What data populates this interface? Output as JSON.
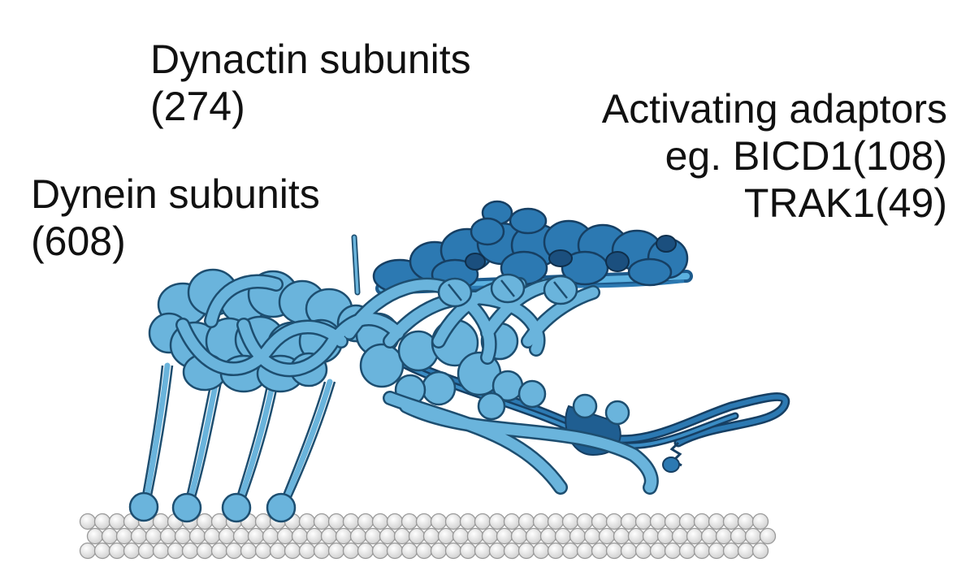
{
  "labels": {
    "dynactin": {
      "line1": "Dynactin subunits",
      "line2": "(274)"
    },
    "dynein": {
      "line1": "Dynein subunits",
      "line2": "(608)"
    },
    "adaptors": {
      "line1": "Activating adaptors",
      "line2": "eg. BICD1(108)",
      "line3": "TRAK1(49)"
    }
  },
  "colors": {
    "dynein_blue": "#6ab4dc",
    "dynein_outline": "#2b6f95",
    "dynactin_dark": "#1f5e91",
    "dynactin_mid": "#2c79b2",
    "adaptor_dark": "#1b4f7e",
    "microtubule": "#e8e8e8",
    "microtubule_outline": "#9a9a9a",
    "text": "#111111"
  }
}
